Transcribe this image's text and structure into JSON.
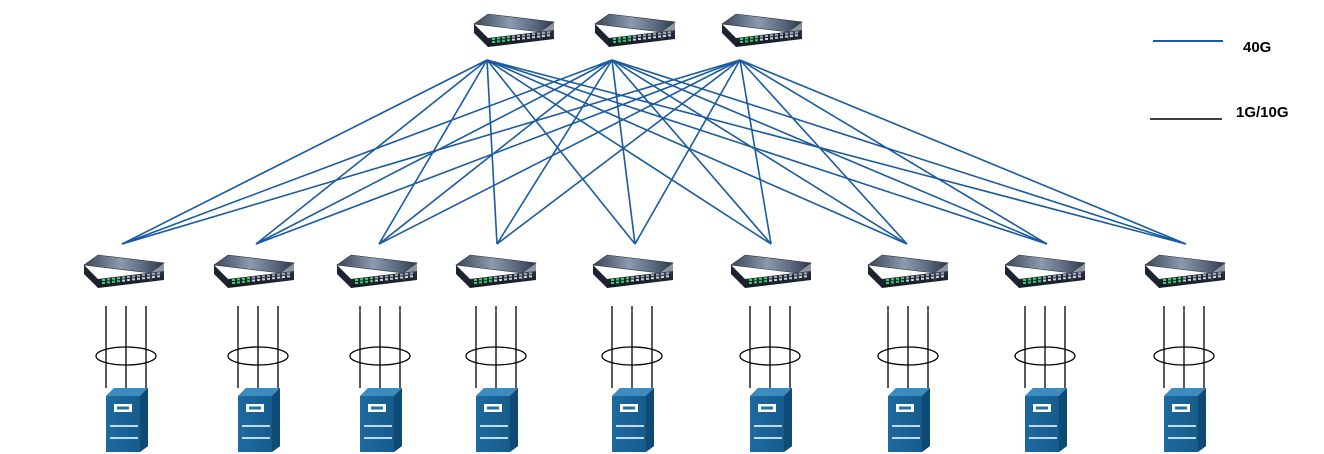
{
  "legend": {
    "items": [
      {
        "label": "40G",
        "color": "#1a5aa0"
      },
      {
        "label": "1G/10G",
        "color": "#000000"
      }
    ]
  },
  "spine_switches": [
    {
      "icon": "network-switch-icon"
    },
    {
      "icon": "network-switch-icon"
    },
    {
      "icon": "network-switch-icon"
    }
  ],
  "leaf_switches": [
    {
      "icon": "network-switch-icon"
    },
    {
      "icon": "network-switch-icon"
    },
    {
      "icon": "network-switch-icon"
    },
    {
      "icon": "network-switch-icon"
    },
    {
      "icon": "network-switch-icon"
    },
    {
      "icon": "network-switch-icon"
    },
    {
      "icon": "network-switch-icon"
    },
    {
      "icon": "network-switch-icon"
    },
    {
      "icon": "network-switch-icon"
    }
  ],
  "servers": [
    {
      "icon": "server-tower-icon"
    },
    {
      "icon": "server-tower-icon"
    },
    {
      "icon": "server-tower-icon"
    },
    {
      "icon": "server-tower-icon"
    },
    {
      "icon": "server-tower-icon"
    },
    {
      "icon": "server-tower-icon"
    },
    {
      "icon": "server-tower-icon"
    },
    {
      "icon": "server-tower-icon"
    },
    {
      "icon": "server-tower-icon"
    }
  ],
  "topology": {
    "spine_to_leaf_links": "full-mesh",
    "links_per_server": 3,
    "link_bundle": "lag-ellipse"
  },
  "colors": {
    "uplink": "#1a5aa0",
    "access_link": "#000000",
    "server_body": "#1f6fa3",
    "switch_body": "#4a5566",
    "switch_led": "#39d06a"
  }
}
